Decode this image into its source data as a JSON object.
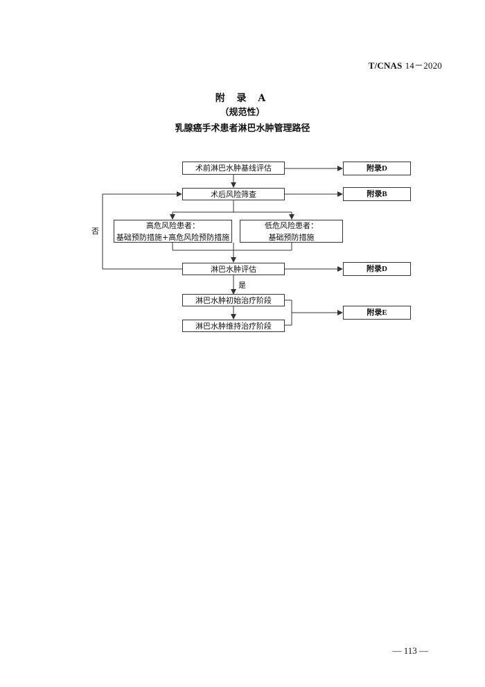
{
  "header": {
    "standard_code": "T/CNAS",
    "standard_number": "14－2020"
  },
  "appendix": {
    "title": "附 录 A",
    "subtitle": "（规范性）",
    "name": "乳腺癌手术患者淋巴水肿管理路径"
  },
  "flowchart": {
    "baseline_eval": "术前淋巴水肿基线评估",
    "postop_screen": "术后风险筛查",
    "high_risk_line1": "高危风险患者：",
    "high_risk_line2": "基础预防措施+高危风险预防措施",
    "low_risk_line1": "低危风险患者：",
    "low_risk_line2": "基础预防措施",
    "edema_eval": "淋巴水肿评估",
    "yes_label": "是",
    "no_label": "否",
    "initial_treatment": "淋巴水肿初始治疗阶段",
    "maintenance_treatment": "淋巴水肿维持治疗阶段",
    "appendix_d_1": "附录D",
    "appendix_b": "附录B",
    "appendix_d_2": "附录D",
    "appendix_e": "附录E"
  },
  "footer": {
    "page_number": "— 113 —"
  }
}
